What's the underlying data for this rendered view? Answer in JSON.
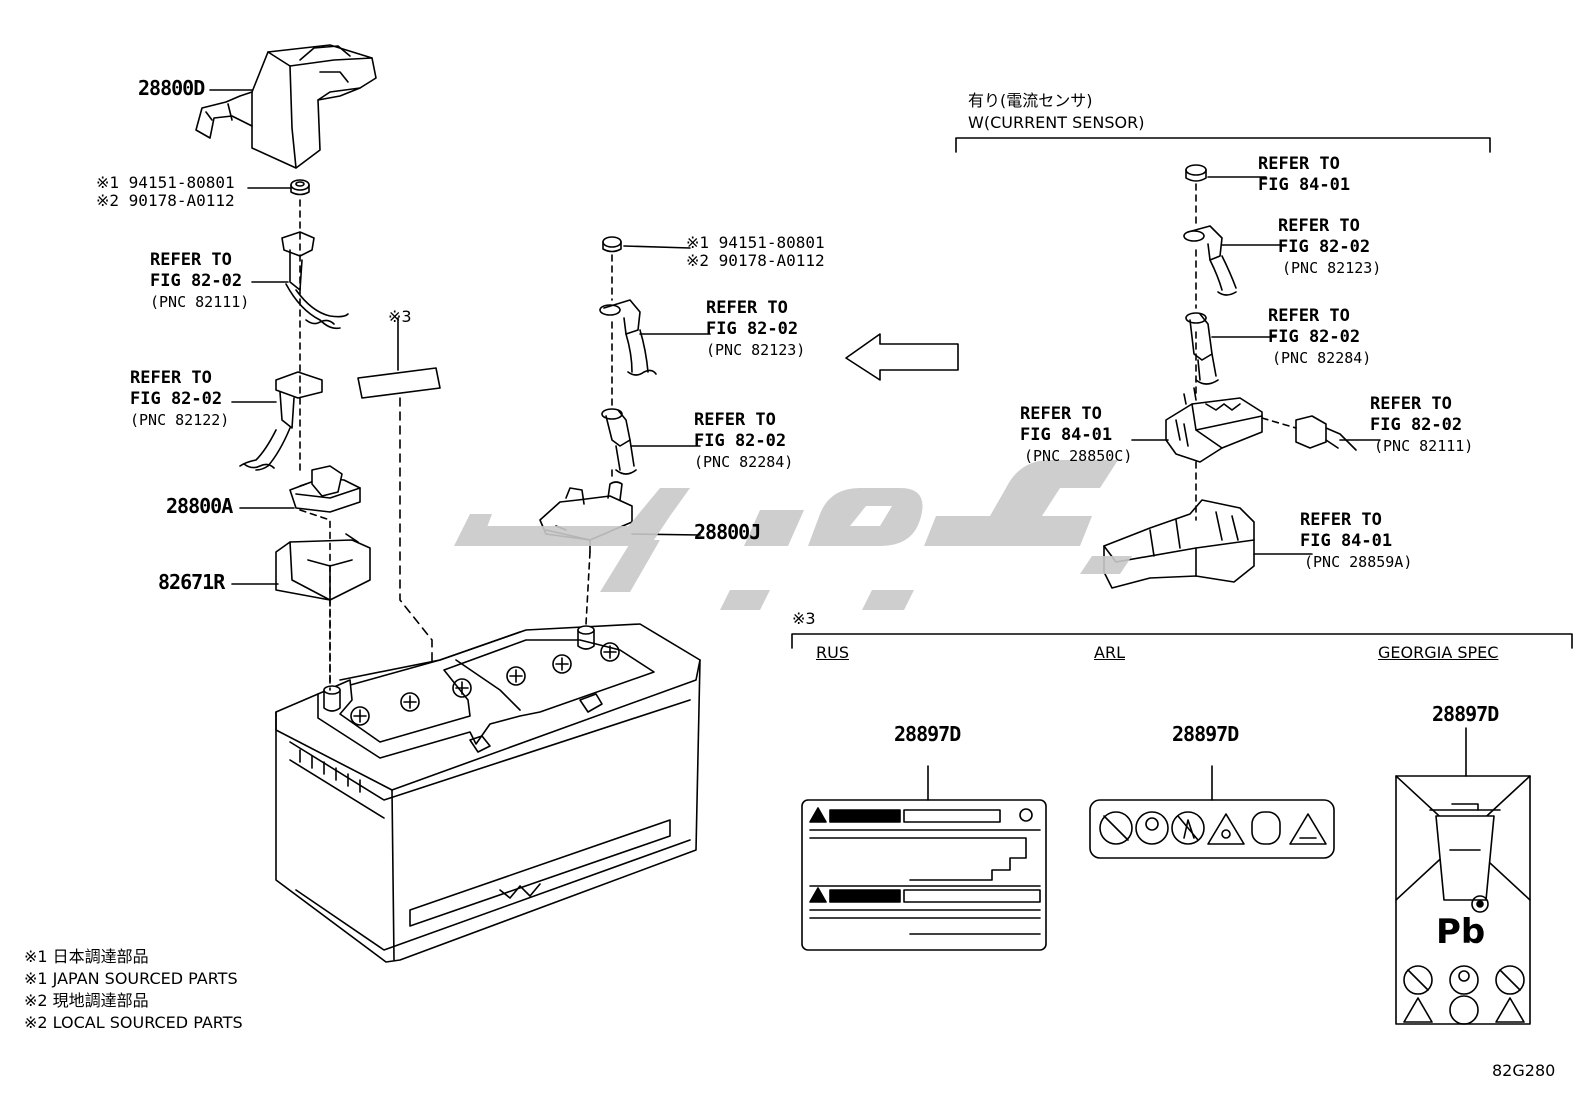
{
  "parts": {
    "p28800D": "28800D",
    "p28800A": "28800A",
    "p82671R": "82671R",
    "p28800J": "28800J",
    "p28897D_rus": "28897D",
    "p28897D_arl": "28897D",
    "p28897D_georgia": "28897D"
  },
  "nut_left": {
    "line1": "※1 94151-80801",
    "line2": "※2 90178-A0112"
  },
  "nut_mid": {
    "line1": "※1 94151-80801",
    "line2": "※2 90178-A0112"
  },
  "refs": {
    "left_82111": {
      "l1": "REFER TO",
      "l2": "FIG 82-02",
      "l3": "(PNC 82111)"
    },
    "left_82122": {
      "l1": "REFER TO",
      "l2": "FIG 82-02",
      "l3": "(PNC 82122)"
    },
    "mid_82123": {
      "l1": "REFER TO",
      "l2": "FIG 82-02",
      "l3": "(PNC 82123)"
    },
    "mid_82284": {
      "l1": "REFER TO",
      "l2": "FIG 82-02",
      "l3": "(PNC 82284)"
    },
    "right_84": {
      "l1": "REFER TO",
      "l2": "FIG 84-01"
    },
    "right_82123": {
      "l1": "REFER TO",
      "l2": "FIG 82-02",
      "l3": "(PNC 82123)"
    },
    "right_82284": {
      "l1": "REFER TO",
      "l2": "FIG 82-02",
      "l3": "(PNC 82284)"
    },
    "right_28850C": {
      "l1": "REFER TO",
      "l2": "FIG 84-01",
      "l3": "(PNC 28850C)"
    },
    "right_82111": {
      "l1": "REFER TO",
      "l2": "FIG 82-02",
      "l3": "(PNC 82111)"
    },
    "right_28859A": {
      "l1": "REFER TO",
      "l2": "FIG 84-01",
      "l3": "(PNC 28859A)"
    }
  },
  "mark3_left": "※3",
  "mark3_right": "※3",
  "sensor_header": {
    "jp": "有り(電流センサ)",
    "en": "W(CURRENT SENSOR)"
  },
  "spec_labels": {
    "rus": "RUS",
    "arl": "ARL",
    "georgia": "GEORGIA SPEC"
  },
  "pb_text": "Pb",
  "notes": [
    "※1 日本調達部品",
    "※1 JAPAN SOURCED PARTS",
    "※2 現地調達部品",
    "※2 LOCAL SOURCED PARTS"
  ],
  "diagram_id": "82G280",
  "watermark_color": "#c9c9c9"
}
